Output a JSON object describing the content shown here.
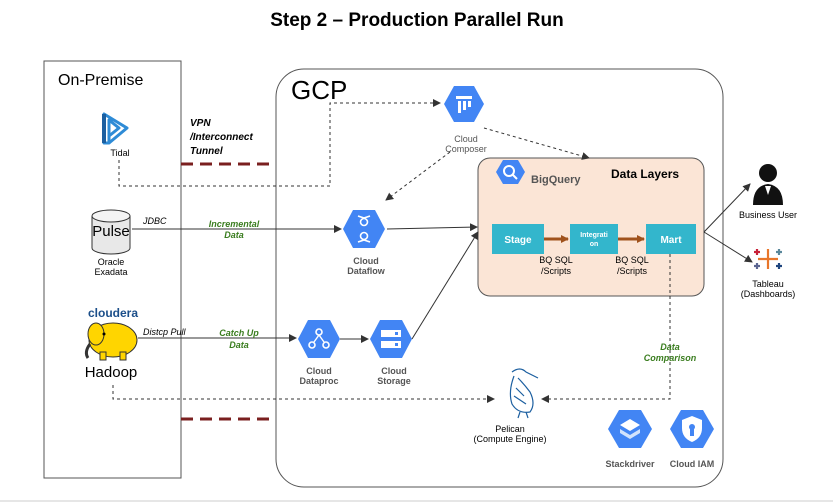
{
  "title": "Step 2 – Production Parallel Run",
  "on_premise": {
    "label": "On-Premise",
    "tidal": "Tidal",
    "pulse": "Pulse",
    "oracle_line1": "Oracle",
    "oracle_line2": "Exadata",
    "cloudera": "cloudera",
    "hadoop": "Hadoop"
  },
  "links": {
    "vpn_line1": "VPN",
    "vpn_line2": "/Interconnect",
    "vpn_line3": "Tunnel",
    "jdbc": "JDBC",
    "incremental_line1": "Incremental",
    "incremental_line2": "Data",
    "distcp": "Distcp Pull",
    "catchup_line1": "Catch Up",
    "catchup_line2": "Data",
    "comparison_line1": "Data",
    "comparison_line2": "Comparison"
  },
  "gcp": {
    "label": "GCP",
    "composer_line1": "Cloud",
    "composer_line2": "Composer",
    "dataflow_line1": "Cloud",
    "dataflow_line2": "Dataflow",
    "dataproc_line1": "Cloud",
    "dataproc_line2": "Dataproc",
    "storage_line1": "Cloud",
    "storage_line2": "Storage",
    "pelican_line1": "Pelican",
    "pelican_line2": "(Compute Engine)",
    "stackdriver": "Stackdriver",
    "iam": "Cloud IAM"
  },
  "data_layers": {
    "title": "Data Layers",
    "bigquery": "BigQuery",
    "stage": "Stage",
    "integration_line1": "Integrati",
    "integration_line2": "on",
    "mart": "Mart",
    "bq1_line1": "BQ SQL",
    "bq1_line2": "/Scripts",
    "bq2_line1": "BQ SQL",
    "bq2_line2": "/Scripts"
  },
  "consumers": {
    "business_user": "Business User",
    "tableau_line1": "Tableau",
    "tableau_line2": "(Dashboards)"
  },
  "colors": {
    "gcp_blue": "#4285f4",
    "layers_fill": "#fbe5d6",
    "stage_fill": "#33b6cc",
    "green_text": "#3a7d1f",
    "dash_brown": "#7a1f1f"
  }
}
